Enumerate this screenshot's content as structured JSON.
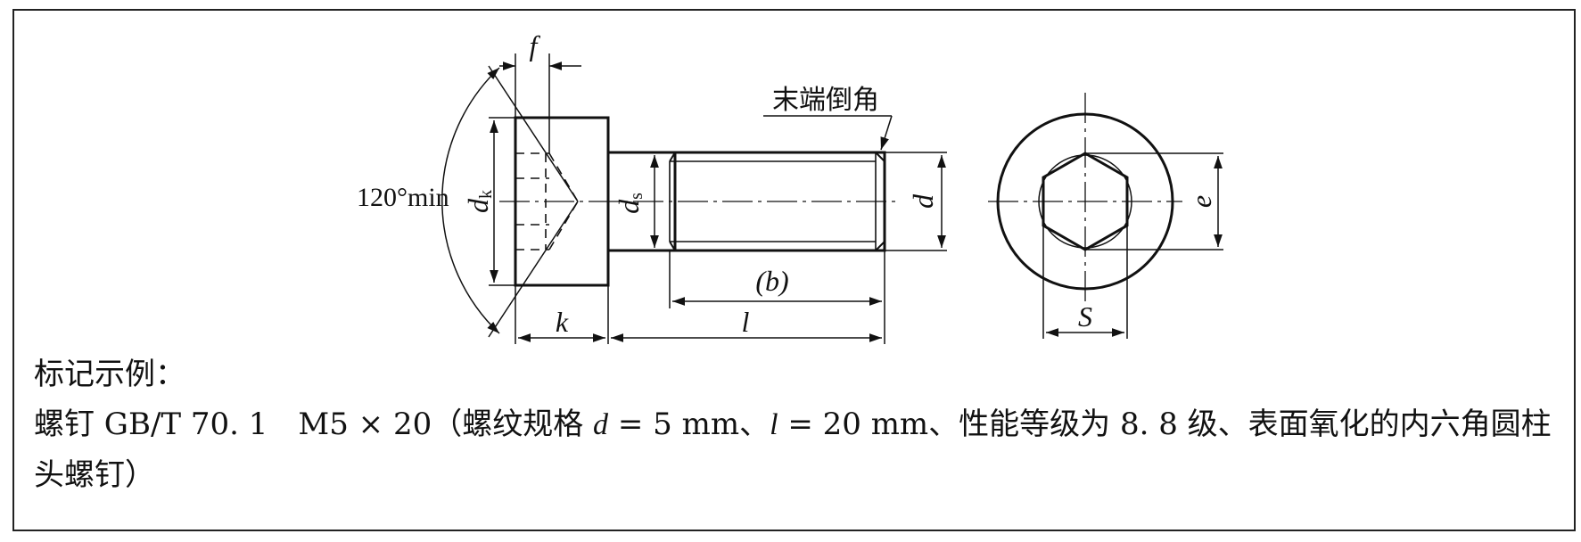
{
  "labels": {
    "f": "f",
    "angle": "120°min",
    "dk_main": "d",
    "dk_sub": "k",
    "ds_main": "d",
    "ds_sub": "s",
    "d": "d",
    "e": "e",
    "b": "(b)",
    "k": "k",
    "l": "l",
    "S": "S",
    "end_chamfer": "末端倒角"
  },
  "caption": {
    "heading": "标记示例：",
    "line1_a": "螺钉 GB/T 70. 1",
    "line1_b": "M5 × 20（螺纹规格",
    "var_d": "d",
    "line1_c": "= 5 mm、",
    "var_l": "l",
    "line1_d": "= 20 mm、性能等级为 8. 8 级、表面氧化的内六角圆柱",
    "line2": "头螺钉）"
  }
}
